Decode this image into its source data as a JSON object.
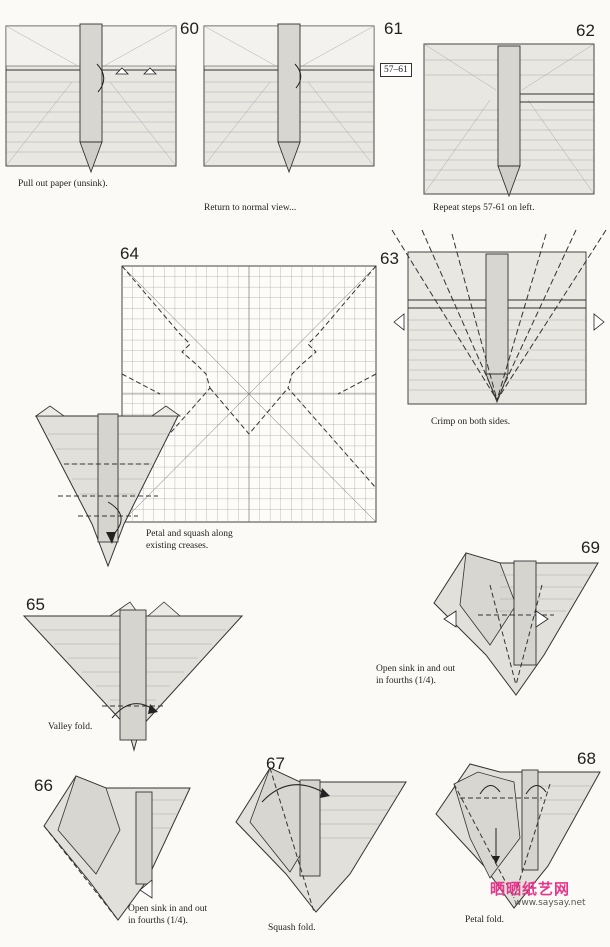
{
  "steps": [
    {
      "num": "60",
      "caption": "Pull out paper (unsink)."
    },
    {
      "num": "61",
      "caption": "Return to normal view..."
    },
    {
      "num": "62",
      "caption": "Repeat steps 57-61 on left.",
      "ref": "57–61"
    },
    {
      "num": "63",
      "caption": "Crimp on both sides."
    },
    {
      "num": "64",
      "caption_lines": [
        "Petal and squash along",
        "existing creases."
      ]
    },
    {
      "num": "65",
      "caption": "Valley fold."
    },
    {
      "num": "66",
      "caption_lines": [
        "Open sink in and out",
        "in fourths (1/4)."
      ]
    },
    {
      "num": "67",
      "caption": "Squash fold."
    },
    {
      "num": "68",
      "caption": "Petal fold."
    },
    {
      "num": "69",
      "caption_lines": [
        "Open sink in and out",
        "in fourths (1/4)."
      ]
    }
  ],
  "watermark": {
    "text": "晒晒纸艺网",
    "url": "www.saysay.net"
  }
}
